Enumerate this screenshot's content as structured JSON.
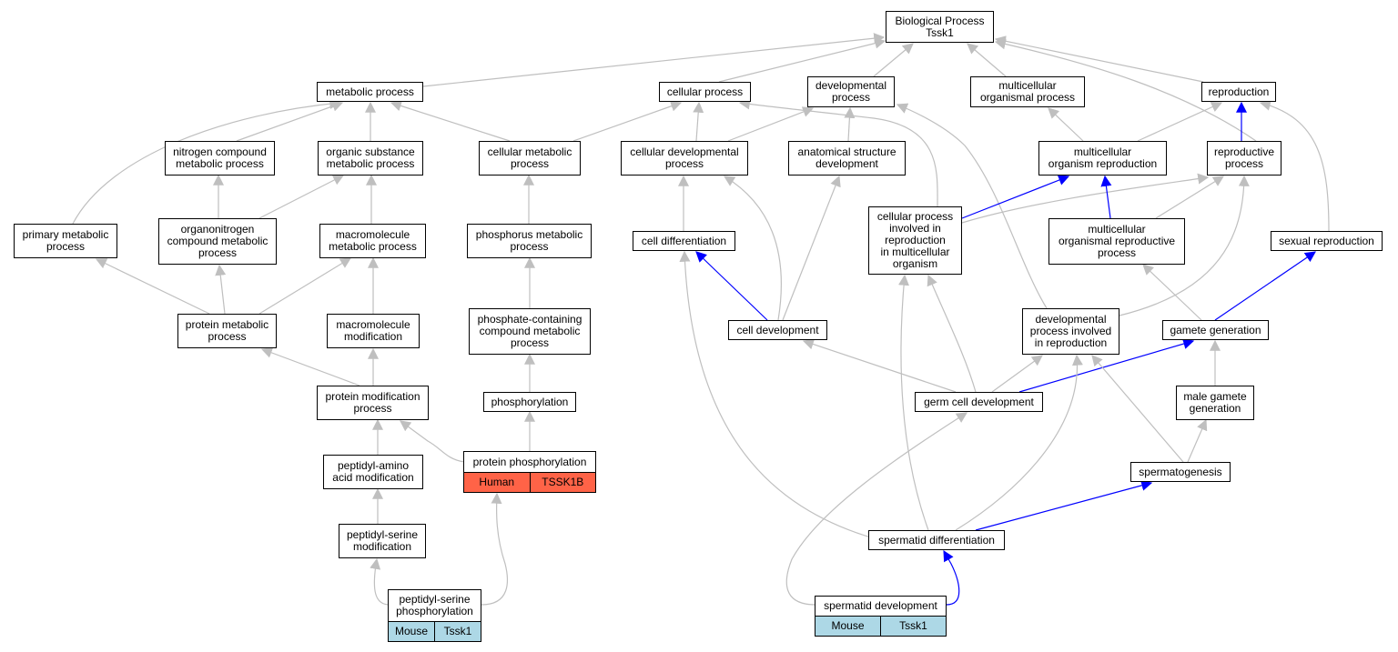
{
  "colors": {
    "edge": "#bfbfbf",
    "highlight": "#0000ff",
    "mouse": "#add8e6",
    "human": "#ff6347"
  },
  "nodes": {
    "root": "Biological Process\nTssk1",
    "metabolic": "metabolic process",
    "cellular": "cellular process",
    "developmental": "developmental\nprocess",
    "multicellular_org_process": "multicellular\norganismal process",
    "reproduction": "reproduction",
    "nitrogen": "nitrogen compound\nmetabolic process",
    "organic_substance": "organic substance\nmetabolic process",
    "cellular_metabolic": "cellular metabolic\nprocess",
    "cellular_dev": "cellular developmental\nprocess",
    "anatomical": "anatomical structure\ndevelopment",
    "multicellular_reproduction": "multicellular\norganism reproduction",
    "reproductive_process": "reproductive\nprocess",
    "primary_metabolic": "primary metabolic\nprocess",
    "organonitrogen": "organonitrogen\ncompound metabolic\nprocess",
    "macromolecule_metabolic": "macromolecule\nmetabolic process",
    "phosphorus": "phosphorus metabolic\nprocess",
    "cell_differentiation": "cell differentiation",
    "cellular_process_repro": "cellular process\ninvolved in\nreproduction\nin multicellular\norganism",
    "multicellular_org_repro": "multicellular\norganismal reproductive\nprocess",
    "sexual_reproduction": "sexual reproduction",
    "protein_metabolic": "protein metabolic\nprocess",
    "macromolecule_modification": "macromolecule\nmodification",
    "phosphate_containing": "phosphate-containing\ncompound metabolic\nprocess",
    "cell_development": "cell development",
    "dev_process_repro": "developmental\nprocess involved\nin reproduction",
    "gamete_generation": "gamete generation",
    "protein_modification": "protein modification\nprocess",
    "phosphorylation": "phosphorylation",
    "germ_cell_dev": "germ cell development",
    "male_gamete": "male gamete\ngeneration",
    "peptidyl_amino": "peptidyl-amino\nacid modification",
    "protein_phosphorylation": "protein phosphorylation",
    "spermatogenesis": "spermatogenesis",
    "peptidyl_serine_mod": "peptidyl-serine\nmodification",
    "spermatid_diff": "spermatid differentiation",
    "peptidyl_serine_phos": "peptidyl-serine\nphosphorylation",
    "spermatid_dev": "spermatid development"
  },
  "annotations": {
    "protein_phosphorylation": {
      "species": "Human",
      "gene": "TSSK1B"
    },
    "peptidyl_serine_phos": {
      "species": "Mouse",
      "gene": "Tssk1"
    },
    "spermatid_dev": {
      "species": "Mouse",
      "gene": "Tssk1"
    }
  }
}
